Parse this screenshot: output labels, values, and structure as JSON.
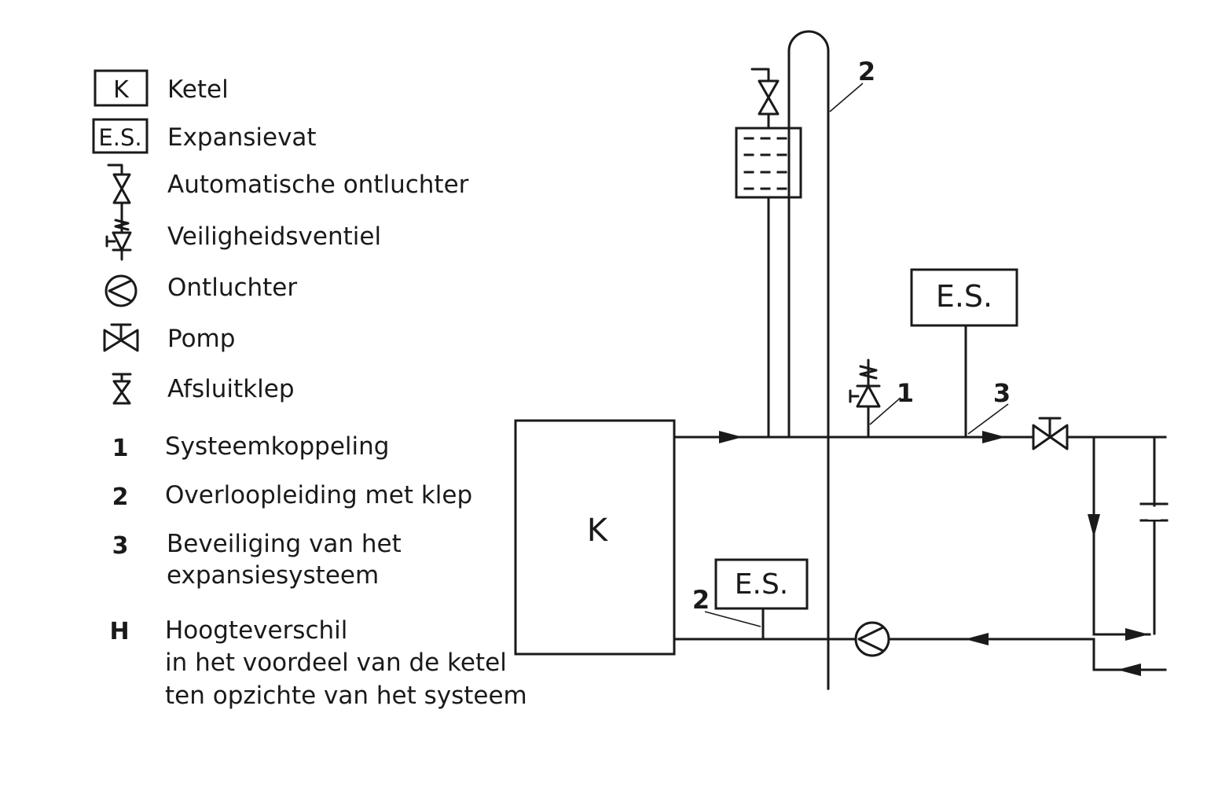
{
  "legend": {
    "boiler_symbol": "K",
    "boiler": "Ketel",
    "expansion_symbol": "E.S.",
    "expansion": "Expansievat",
    "auto_air_vent": "Automatische ontluchter",
    "safety_valve": "Veiligheidsventiel",
    "air_vent": "Ontluchter",
    "pump": "Pomp",
    "shutoff_valve": "Afsluitklep",
    "item1_num": "1",
    "item1": "Systeemkoppeling",
    "item2_num": "2",
    "item2": "Overloopleiding met klep",
    "item3_num": "3",
    "item3_line1": "Beveiliging van het",
    "item3_line2": "expansiesysteem",
    "itemH_num": "H",
    "itemH_line1": "Hoogteverschil",
    "itemH_line2": "in het voordeel van de ketel",
    "itemH_line3": "ten opzichte van het systeem"
  },
  "diagram": {
    "boiler_label": "K",
    "es_top_label": "E.S.",
    "es_bottom_label": "E.S.",
    "label_2_top": "2",
    "label_1": "1",
    "label_3": "3",
    "label_2_bottom": "2"
  }
}
